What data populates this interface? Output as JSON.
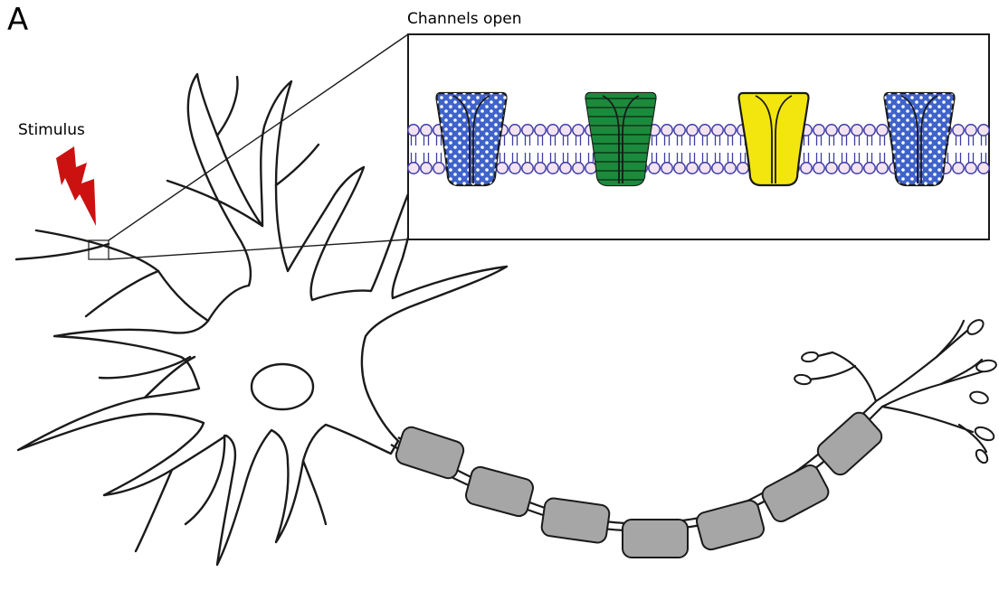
{
  "figure": {
    "panel_letter": "A",
    "stimulus_label": "Stimulus",
    "inset_title": "Channels open"
  },
  "colors": {
    "outline": "#1a1a1a",
    "stimulus_bolt": "#cc1111",
    "myelin_fill": "#a6a6a6",
    "lipid_head_fill": "#f3e2f0",
    "lipid_head_stroke": "#3d3da8",
    "channel_blue": "#3f63c9",
    "channel_green": "#1c8a3c",
    "channel_yellow": "#f3e60f"
  },
  "inset": {
    "channels": [
      {
        "name": "blue-dotted-channel",
        "fill": "blue",
        "pattern": "dots"
      },
      {
        "name": "green-striped-channel",
        "fill": "green",
        "pattern": "stripes"
      },
      {
        "name": "yellow-channel",
        "fill": "yellow",
        "pattern": "none"
      },
      {
        "name": "blue-dotted-channel",
        "fill": "blue",
        "pattern": "dots"
      }
    ]
  }
}
